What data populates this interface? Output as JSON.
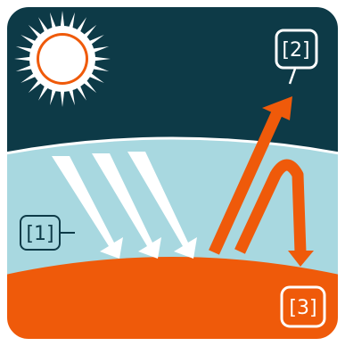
{
  "labels": {
    "callout_1": "[1]",
    "callout_2": "[2]",
    "callout_3": "[3]"
  },
  "colors": {
    "space": "#0d3a47",
    "atmosphere": "#a8d8e0",
    "ground": "#ef5a0a",
    "sun": "#ffffff",
    "sun_rays": "#ffffff",
    "incoming_radiation": "#ffffff",
    "outgoing_radiation": "#ef5a0a",
    "callout_border": "#0d3a47",
    "outer_border": "#ffffff"
  },
  "icons": [
    "sun-icon",
    "incoming-radiation-arrow",
    "reflected-radiation-arrow",
    "trapped-radiation-arrow"
  ]
}
